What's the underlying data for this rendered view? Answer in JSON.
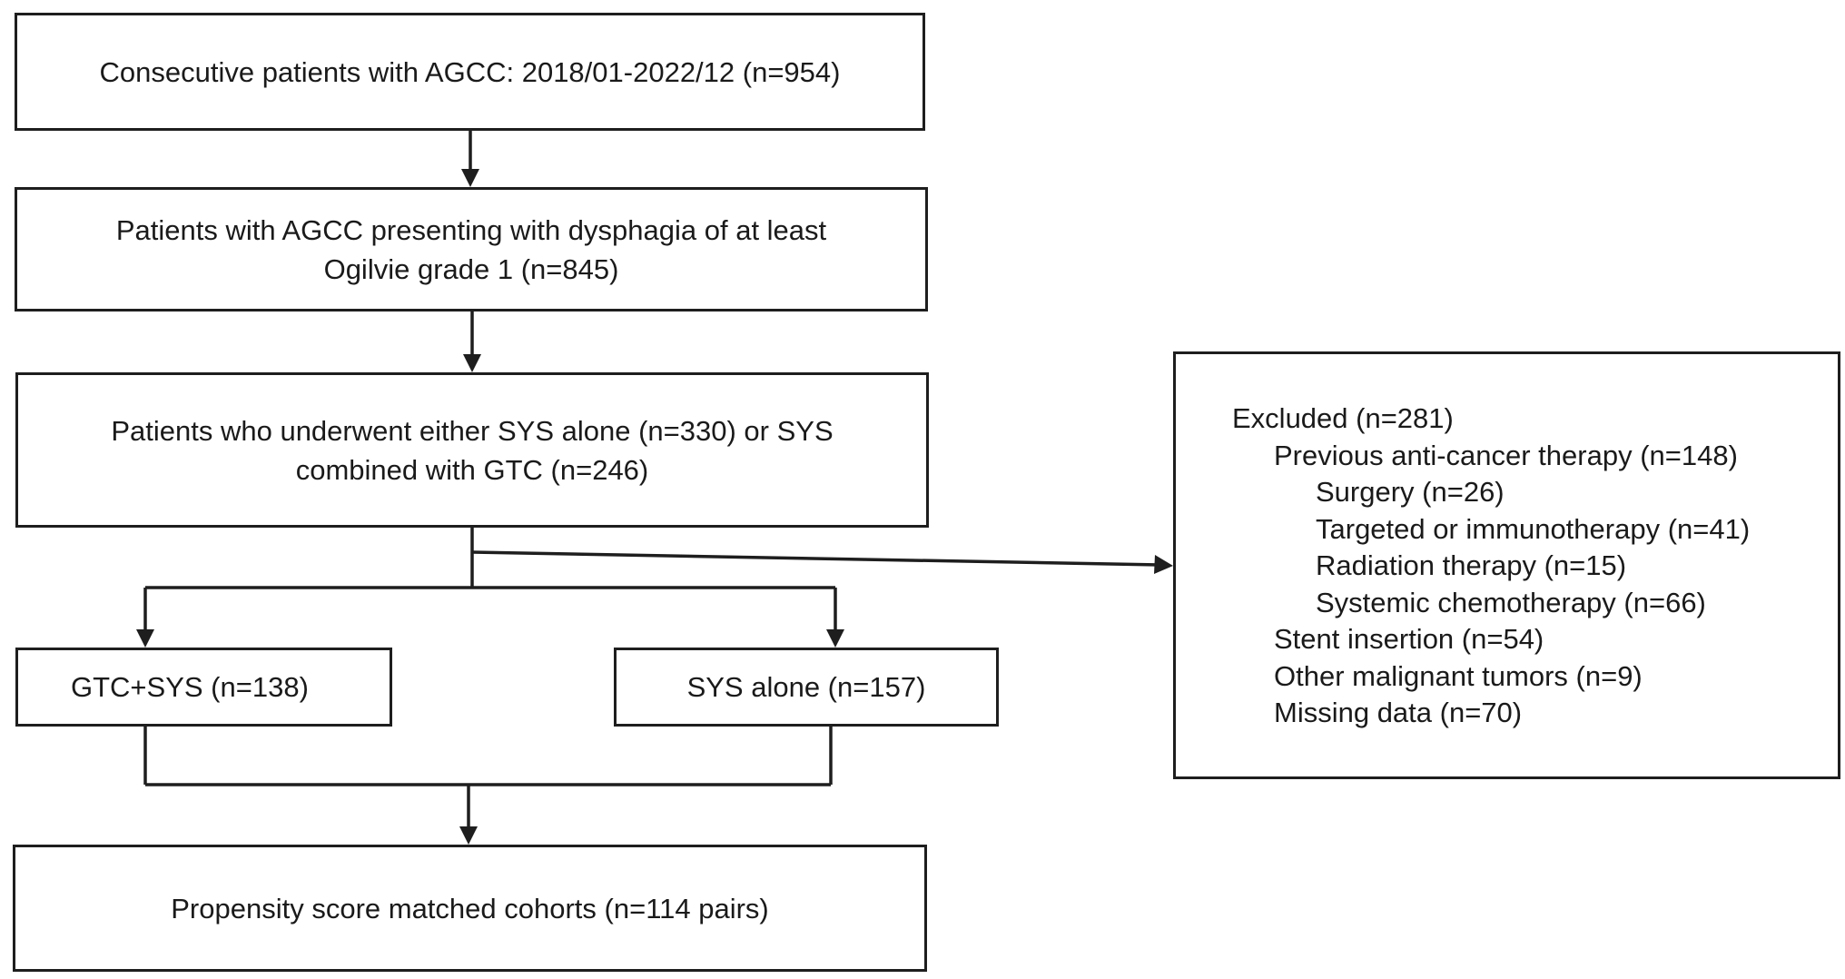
{
  "boxes": {
    "consecutive": {
      "lines": [
        "Consecutive patients with AGCC: 2018/01-2022/12 (n=954)"
      ]
    },
    "dysphagia": {
      "lines": [
        "Patients with AGCC presenting with dysphagia of at least",
        "Ogilvie grade 1 (n=845)"
      ]
    },
    "underwent": {
      "lines": [
        "Patients who underwent either SYS alone (n=330) or SYS",
        "combined with GTC (n=246)"
      ]
    },
    "gtc_sys": {
      "text": "GTC+SYS (n=138)"
    },
    "sys_alone": {
      "text": "SYS alone (n=157)"
    },
    "matched": {
      "text": "Propensity score matched cohorts (n=114 pairs)"
    },
    "excluded": {
      "title": "Excluded (n=281)",
      "items": [
        {
          "text": "Previous anti-cancer therapy (n=148)",
          "level": 1
        },
        {
          "text": "Surgery (n=26)",
          "level": 2
        },
        {
          "text": "Targeted or immunotherapy (n=41)",
          "level": 2
        },
        {
          "text": "Radiation therapy (n=15)",
          "level": 2
        },
        {
          "text": "Systemic chemotherapy (n=66)",
          "level": 2
        },
        {
          "text": "Stent insertion (n=54)",
          "level": 1
        },
        {
          "text": "Other malignant tumors (n=9)",
          "level": 1
        },
        {
          "text": "Missing data (n=70)",
          "level": 1
        }
      ]
    }
  },
  "colors": {
    "stroke": "#1e1e1e",
    "text": "#1a1a1a",
    "background": "#ffffff"
  }
}
